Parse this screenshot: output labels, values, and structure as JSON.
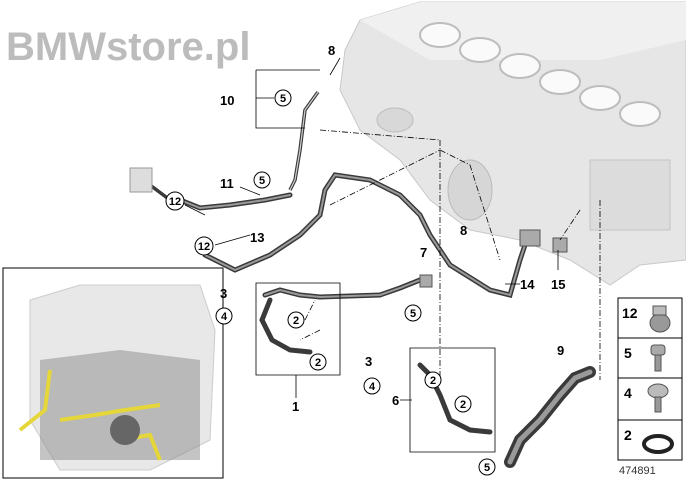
{
  "diagram": {
    "callouts": [
      "8",
      "10",
      "11",
      "13",
      "7",
      "8",
      "14",
      "15",
      "3",
      "1",
      "3",
      "6",
      "9"
    ],
    "circled": [
      "5",
      "5",
      "12",
      "12",
      "4",
      "2",
      "2",
      "5",
      "4",
      "2",
      "2",
      "5"
    ],
    "legend": [
      "12",
      "5",
      "4",
      "2"
    ],
    "part_id": "474891",
    "watermark": "BMWstore.pl"
  }
}
